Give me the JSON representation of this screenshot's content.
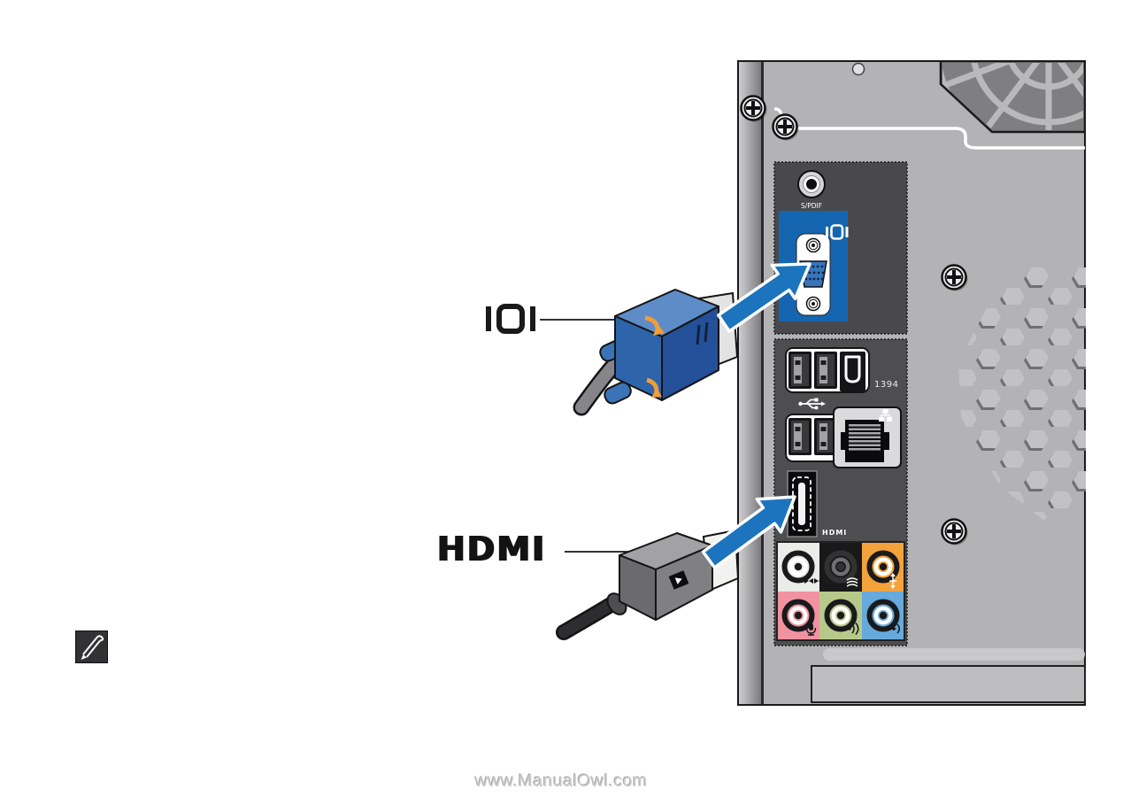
{
  "page": {
    "watermark": "www.ManualOwl.com"
  },
  "callouts": {
    "vga": {
      "icon": "vga-display-icon"
    },
    "hdmi": {
      "logo": "HDMI"
    }
  },
  "back_panel": {
    "spdif_label": "S/PDIF",
    "firewire_label": "1394",
    "hdmi_port_label": "HDMI",
    "usb_icon": "usb-trident-icon",
    "ethernet_icon": "network-icon",
    "audio_jacks": [
      {
        "label": "side-surround",
        "cell_color": "#ebebe9",
        "ring_outer": "#1a1a1c",
        "ring_inner": "#ffffff"
      },
      {
        "label": "center-subwoofer",
        "cell_color": "#191919",
        "ring_outer": "#323234",
        "ring_inner": "#6e6e70"
      },
      {
        "label": "rear-surround",
        "cell_color": "#f4a23c",
        "ring_outer": "#1a1a1c",
        "ring_inner": "#ffffff"
      },
      {
        "label": "microphone",
        "cell_color": "#f192a0",
        "ring_outer": "#1a1a1c",
        "ring_inner": "#ffffff"
      },
      {
        "label": "line-out",
        "cell_color": "#b7c989",
        "ring_outer": "#1a1a1c",
        "ring_inner": "#ffffff"
      },
      {
        "label": "line-in",
        "cell_color": "#66a9dd",
        "ring_outer": "#1a1a1c",
        "ring_inner": "#ffffff"
      }
    ]
  },
  "colors": {
    "arrow_blue": "#1b74bd",
    "vga_panel_blue": "#1565b0",
    "connector_blue": "#2d64aa",
    "accent_orange": "#f09d3a"
  }
}
